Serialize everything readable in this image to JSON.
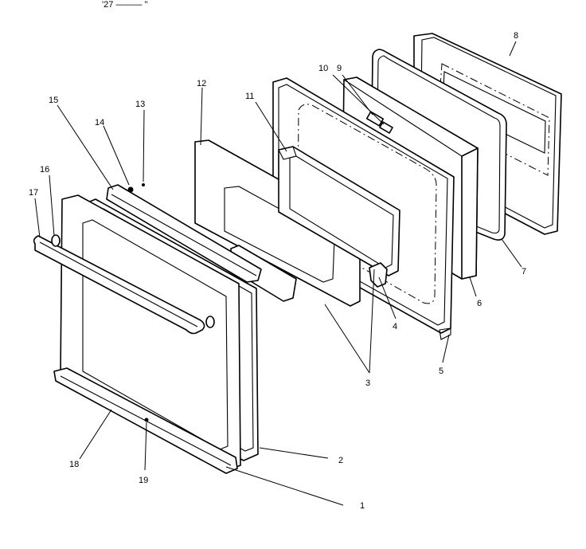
{
  "header_fragment": "'27 ——— \"",
  "callouts": {
    "c1": "1",
    "c2": "2",
    "c3": "3",
    "c4": "4",
    "c5": "5",
    "c6": "6",
    "c7": "7",
    "c8": "8",
    "c9": "9",
    "c10": "10",
    "c11": "11",
    "c12": "12",
    "c13": "13",
    "c14": "14",
    "c15": "15",
    "c16": "16",
    "c17": "17",
    "c18": "18",
    "c19": "19"
  }
}
